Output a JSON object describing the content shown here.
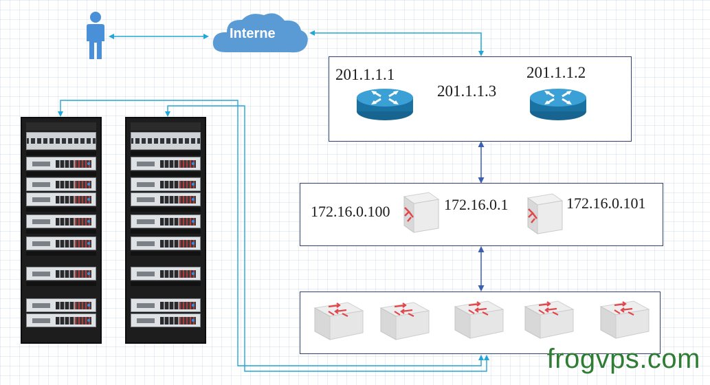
{
  "cloud": {
    "label": "Interne",
    "icon": "cloud-icon"
  },
  "user": {
    "icon": "user-icon"
  },
  "router_zone": {
    "router_left_ip": "201.1.1.1",
    "router_right_ip": "201.1.1.2",
    "link_ip": "201.1.1.3",
    "icon": "router-icon"
  },
  "switch_zone": {
    "switch_left_ip": "172.16.0.100",
    "switch_right_ip": "172.16.0.101",
    "link_ip": "172.16.0.1",
    "icon": "layer3-switch-icon"
  },
  "access_zone": {
    "switch_count": 5,
    "icon": "access-switch-icon"
  },
  "racks": {
    "count": 2,
    "icon": "server-rack-icon"
  },
  "watermark": "frogvps.com",
  "colors": {
    "link_blue": "#3a5fb0",
    "connector_cyan": "#23a6d5",
    "cloud_blue": "#5b9bd5",
    "box_border": "#2f3f73",
    "watermark_green": "#2e7d32",
    "router_blue": "#1f7fb4",
    "switch_red": "#e0474c"
  }
}
